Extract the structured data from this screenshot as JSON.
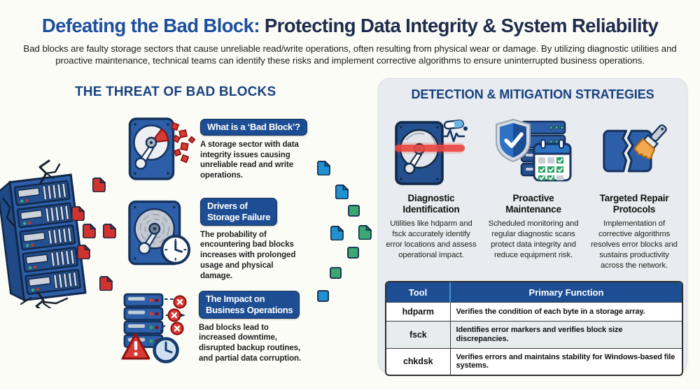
{
  "title": {
    "highlight": "Defeating the Bad Block:",
    "rest": " Protecting Data Integrity & System Reliability"
  },
  "intro": "Bad blocks are faulty storage sectors that cause unreliable read/write operations, often resulting from physical wear or damage. By utilizing diagnostic utilities and proactive maintenance, technical teams can identify these risks and implement corrective algorithms to ensure uninterrupted business operations.",
  "threat": {
    "heading": "THE THREAT OF BAD BLOCKS",
    "cards": [
      {
        "icon": "shattered-hdd-icon",
        "title_lines": [
          "What is a ‘Bad Block’?"
        ],
        "body": "A storage sector with data integrity issues causing unreliable read and write operations."
      },
      {
        "icon": "hdd-clock-icon",
        "title_lines": [
          "Drivers of",
          "Storage Failure"
        ],
        "body": "The probability of encountering bad blocks increases with prolonged usage and physical damage."
      },
      {
        "icon": "server-alert-clock-icon",
        "title_lines": [
          "The Impact on",
          "Business Operations"
        ],
        "body": "Bad blocks lead to increased downtime, disrupted backup routines, and partial data corruption."
      }
    ]
  },
  "strategies": {
    "heading": "DETECTION & MITIGATION STRATEGIES",
    "columns": [
      {
        "icon": "hdd-scan-icon",
        "title": "Diagnostic Identification",
        "body": "Utilities like hdparm and fsck accurately identify error locations and assess operational impact."
      },
      {
        "icon": "shield-calendar-icon",
        "title": "Proactive Maintenance",
        "body": "Scheduled monitoring and regular diagnostic scans protect data integrity and reduce equipment risk."
      },
      {
        "icon": "repair-brush-icon",
        "title": "Targeted Repair Protocols",
        "body": "Implementation of corrective algorithms resolves error blocks and sustains productivity across the network."
      }
    ],
    "table": {
      "headers": [
        "Tool",
        "Primary Function"
      ],
      "rows": [
        {
          "tool": "hdparm",
          "function": "Verifies the condition of each byte in a storage array."
        },
        {
          "tool": "fsck",
          "function": "Identifies error markers and verifies block size discrepancies."
        },
        {
          "tool": "chkdsk",
          "function": "Verifies errors and maintains stability for Windows-based file systems."
        }
      ]
    }
  },
  "colors": {
    "accent_blue": "#1d4f9e",
    "navy": "#1e2c4c",
    "heading_blue": "#17427f",
    "pill_bg": "#1d4e93",
    "panel_bg": "#e8ebef",
    "table_header_bg": "#1d4e93",
    "alert_red": "#d83a34",
    "block_green": "#3aa870",
    "block_blue": "#2191d0",
    "server_blue": "#2d5fa9"
  }
}
